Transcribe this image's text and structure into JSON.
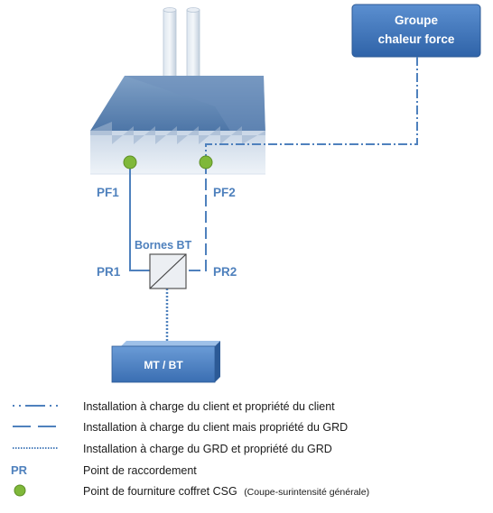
{
  "boxes": {
    "groupe_line1": "Groupe",
    "groupe_line2": "chaleur force",
    "mt_bt": "MT / BT"
  },
  "labels": {
    "pf1": "PF1",
    "pf2": "PF2",
    "pr1": "PR1",
    "pr2": "PR2",
    "bornes": "Bornes BT"
  },
  "legend": {
    "client_client": "Installation à charge du client et propriété du client",
    "client_grd": "Installation à charge du client mais propriété du GRD",
    "grd_grd": "Installation à charge du GRD et propriété du GRD",
    "pr_symbol": "PR",
    "pr_text": "Point de raccordement",
    "pf_text": "Point de fourniture coffret CSG",
    "pf_note": "(Coupe-surintensité générale)"
  },
  "colors": {
    "line_blue": "#4f81bd",
    "box_blue": "#4a7fc1",
    "dot_green": "#7fb83a"
  }
}
